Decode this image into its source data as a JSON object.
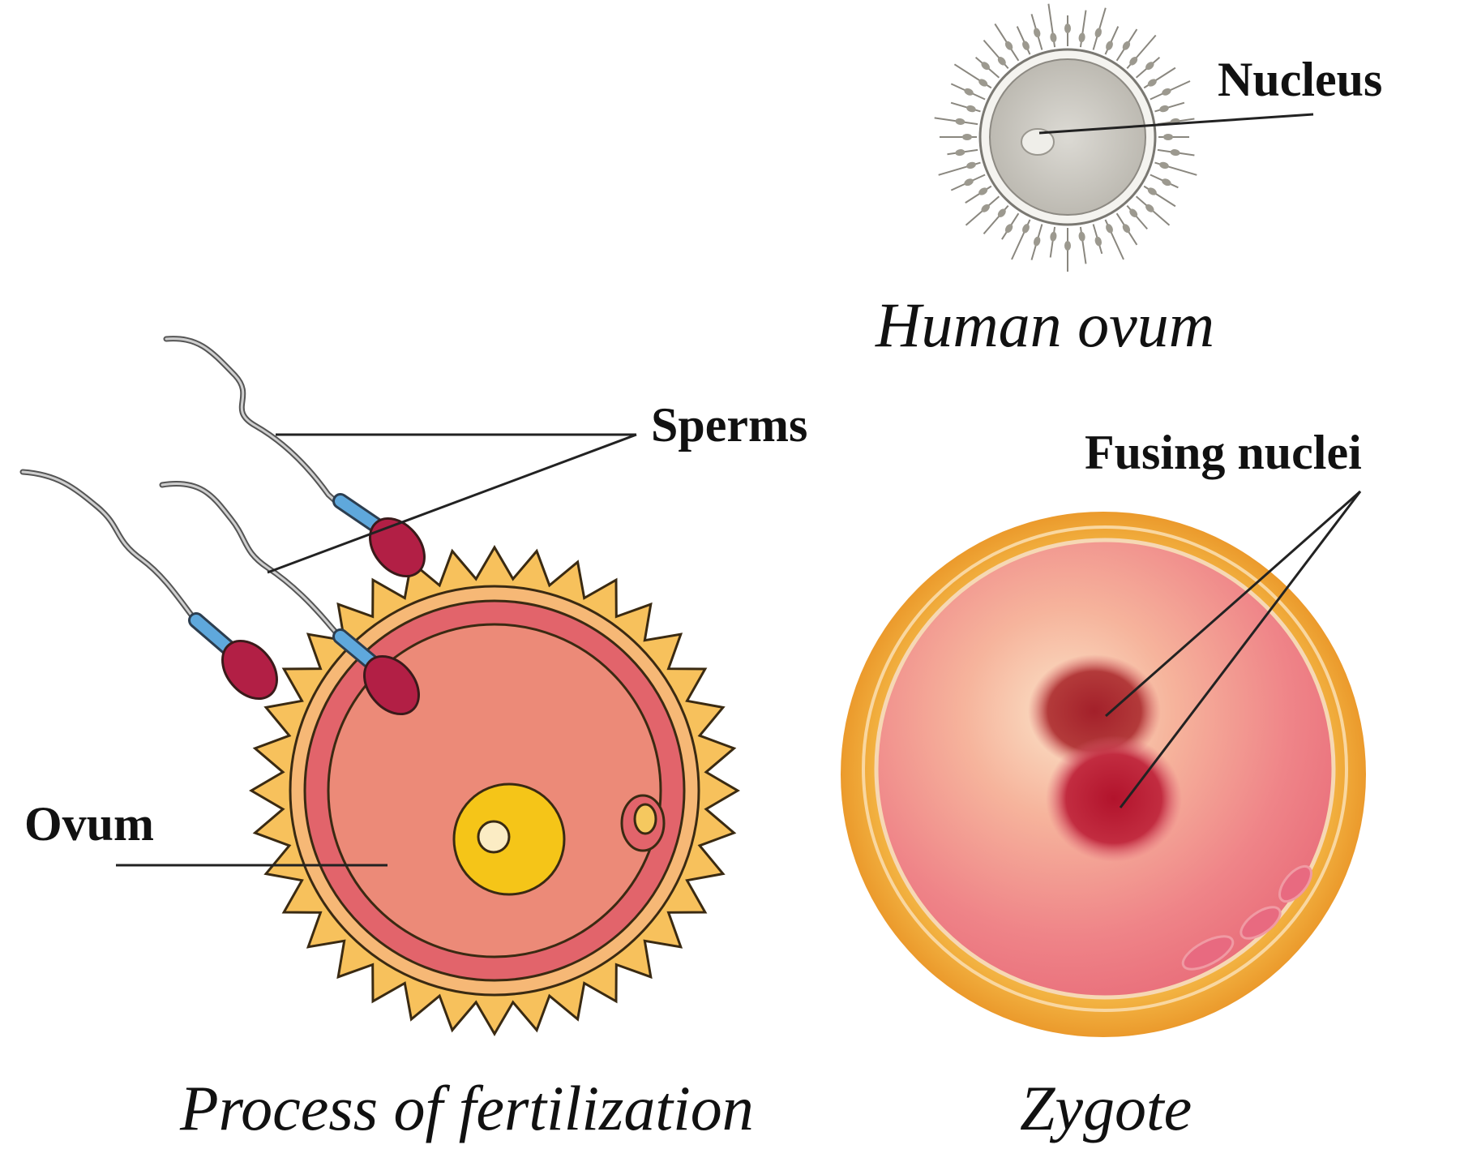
{
  "labels": {
    "nucleus": "Nucleus",
    "sperms": "Sperms",
    "ovum": "Ovum",
    "fusing_nuclei": "Fusing nuclei"
  },
  "captions": {
    "human_ovum": "Human ovum",
    "fertilization": "Process of fertilization",
    "zygote": "Zygote"
  },
  "colors": {
    "corona": "#f7c15c",
    "ovum_fill": "#ec8a78",
    "membrane_band": "#e2646b",
    "yellow_nucleus": "#f5c518",
    "sperm_head": "#b21f45",
    "sperm_midpiece": "#5fa8dc",
    "zygote_outer": "#f0a93a",
    "zygote_inner": "#f08b8a",
    "fusing_nucleus": "#b5172e",
    "human_ovum_fill": "#d2d0c9",
    "leader_line": "#222222"
  }
}
